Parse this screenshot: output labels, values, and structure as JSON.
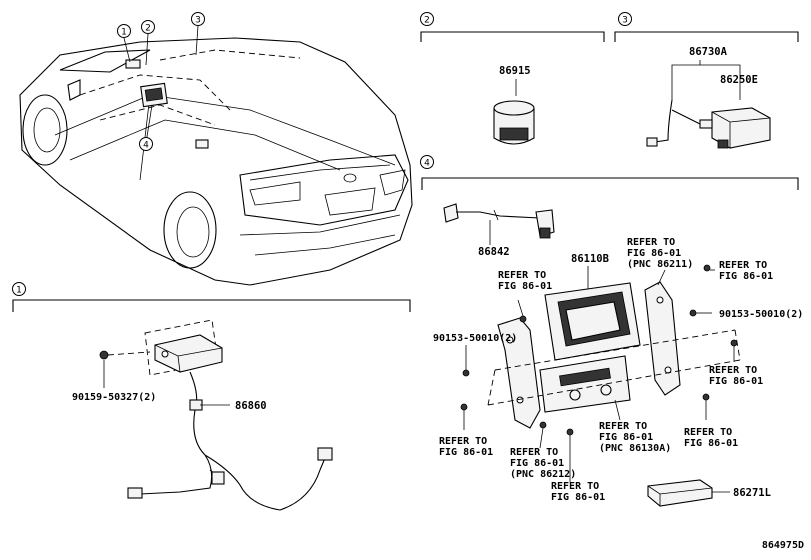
{
  "callouts": [
    "1",
    "2",
    "3",
    "4"
  ],
  "part_numbers": {
    "p86915": "86915",
    "p86730A": "86730A",
    "p86250E": "86250E",
    "p86842": "86842",
    "p86110B": "86110B",
    "p86860": "86860",
    "p86271L": "86271L",
    "bolt_90159": "90159-50327(2)",
    "bolt_90153_left": "90153-50010(2)",
    "bolt_90153_right": "90153-50010(2)"
  },
  "references": {
    "ref_top_center": [
      "REFER TO",
      "FIG 86-01",
      "(PNC 86211)"
    ],
    "ref_top_right": [
      "REFER TO",
      "FIG 86-01"
    ],
    "ref_left_upper": [
      "REFER TO",
      "FIG 86-01"
    ],
    "ref_right_mid": [
      "REFER TO",
      "FIG 86-01"
    ],
    "ref_right_low": [
      "REFER TO",
      "FIG 86-01"
    ],
    "ref_left_low": [
      "REFER TO",
      "FIG 86-01"
    ],
    "ref_bottom_center": [
      "REFER TO",
      "FIG 86-01",
      "(PNC 86212)"
    ],
    "ref_center_low": [
      "REFER TO",
      "FIG 86-01",
      "(PNC 86130A)"
    ],
    "ref_bottom": [
      "REFER TO",
      "FIG 86-01"
    ]
  },
  "figure_code": "864975D"
}
